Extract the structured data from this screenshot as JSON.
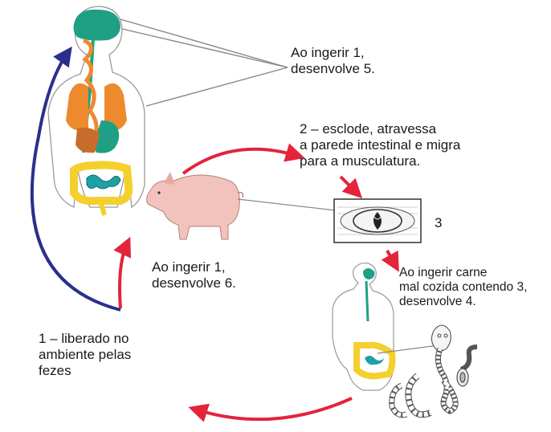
{
  "labels": {
    "brain_cycle": "Ao ingerir 1,\ndesenvolve 5.",
    "hatch": "2 – esclode, atravessa\na parede intestinal e migra\npara a musculatura.",
    "cyst_number": "3",
    "pig_cycle": "Ao ingerir 1,\ndesenvolve 6.",
    "undercooked": "Ao ingerir carne\nmal cozida contendo 3,\ndesenvolve 4.",
    "released": "1 – liberado no\nambiente pelas\nfezes"
  },
  "colors": {
    "red_arrow": "#e3243b",
    "blue_arrow": "#2b2f8c",
    "brain": "#1fa084",
    "lungs": "#ee8a2e",
    "liver": "#c96c2b",
    "intestine": "#f4d02e",
    "pig": "#f2c2bd",
    "pointer_line": "#888888"
  }
}
